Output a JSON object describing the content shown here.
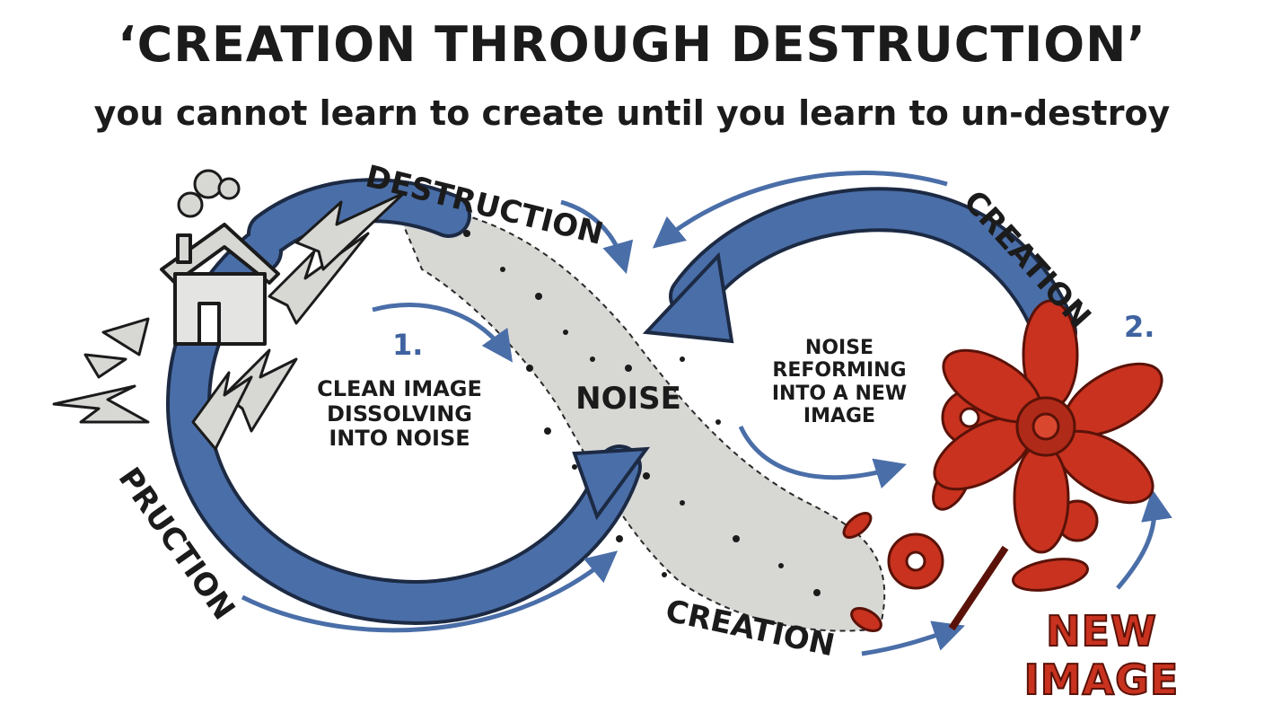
{
  "header": {
    "title": "‘CREATION THROUGH DESTRUCTION’",
    "subtitle": "you cannot learn to create until you learn to un-destroy"
  },
  "loop_left": {
    "arc_label_top": "DESTRUCTION",
    "arc_label_bottom": "PRUCTION",
    "step_number": "1.",
    "description": [
      "CLEAN IMAGE",
      "DISSOLVING",
      "INTO NOISE"
    ]
  },
  "center": {
    "label": "NOISE"
  },
  "loop_right": {
    "arc_label_top": "CREATION",
    "arc_label_bottom": "CREATION",
    "step_number": "2.",
    "description": [
      "NOISE",
      "REFORMING",
      "INTO A NEW",
      "IMAGE"
    ],
    "output_label": "NEW IMAGE"
  },
  "icons": {
    "source": "house-icon",
    "result": "flower-gear-icon",
    "debris": "shard-icon",
    "smoke": "smoke-icon"
  },
  "colors": {
    "loop_blue": "#4a6ea8",
    "loop_outline": "#1c2a44",
    "noise_gray": "#d7d7d4",
    "flower_red": "#c8321f",
    "ink": "#1b1b1b"
  }
}
